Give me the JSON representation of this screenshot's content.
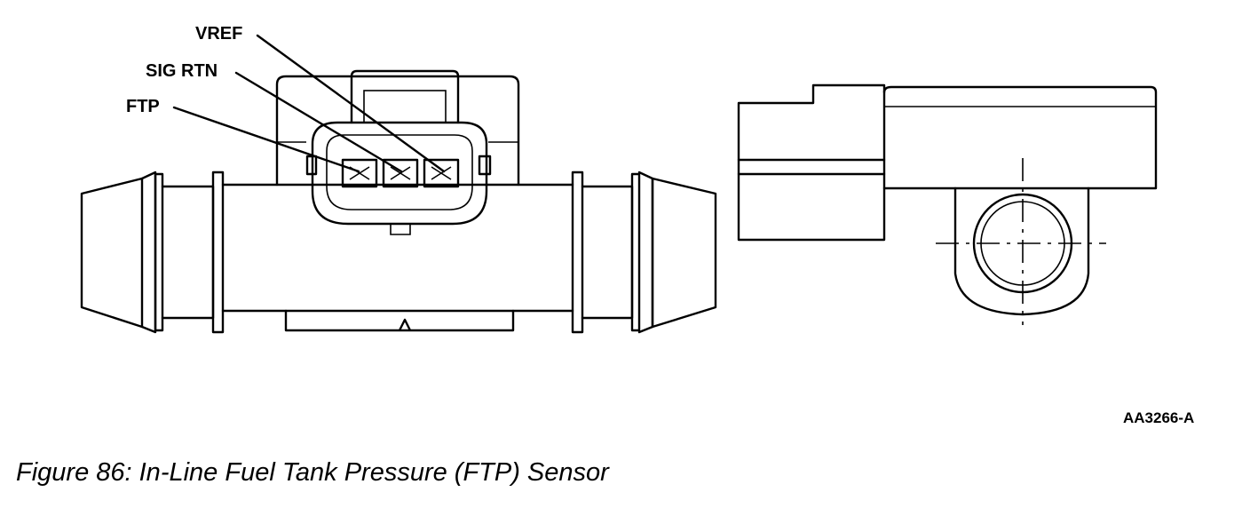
{
  "labels": {
    "vref": "VREF",
    "sig_rtn": "SIG RTN",
    "ftp": "FTP"
  },
  "figure_id": "AA3266-A",
  "caption": "Figure 86: In-Line Fuel Tank Pressure (FTP) Sensor"
}
